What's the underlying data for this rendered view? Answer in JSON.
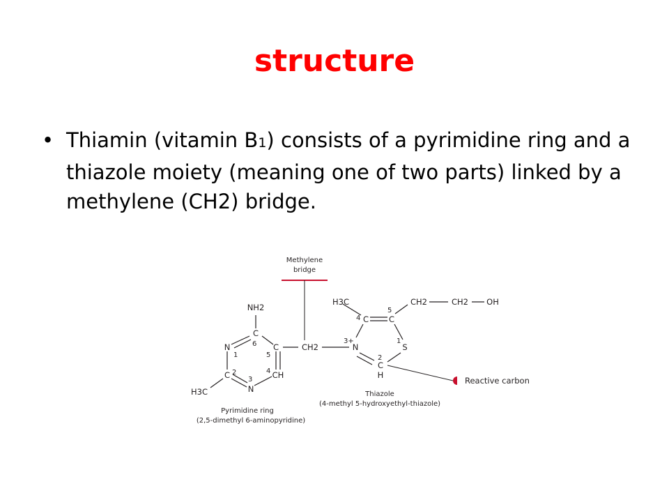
{
  "slide": {
    "title": "structure",
    "title_color": "#ff0000",
    "bullet": {
      "before": "Thiamin (vitamin B",
      "subscript": "1",
      "after": ") consists of a pyrimidine ring and a thiazole moiety (meaning one of two parts) linked by a methylene (CH2) bridge."
    }
  },
  "diagram": {
    "accent_color": "#c8102e",
    "methylene_label_1": "Methylene",
    "methylene_label_2": "bridge",
    "reactive_label": "Reactive carbon",
    "atoms": {
      "nh2": "NH2",
      "c6": "C",
      "c5": "C",
      "n1": "N",
      "c2": "C",
      "n3": "N",
      "c4h": "CH",
      "h3c_left": "H3C",
      "ch2_bridge": "CH2",
      "n3_plus": "N",
      "c2_red": "C",
      "h": "H",
      "s": "S",
      "c4": "C",
      "c5_thiazole": "C",
      "h3c_right": "H3C",
      "ch2_a": "CH2",
      "ch2_b": "CH2",
      "oh": "OH"
    },
    "numbers": {
      "pyr_6": "6",
      "pyr_5": "5",
      "pyr_1": "1",
      "pyr_2": "2",
      "pyr_4": "4",
      "pyr_3": "3",
      "thz_3plus": "3+",
      "thz_2": "2",
      "thz_1": "1",
      "thz_4": "4",
      "thz_5": "5"
    },
    "pyrimidine_caption_1": "Pyrimidine ring",
    "pyrimidine_caption_2": "(2,5-dimethyl 6-aminopyridine)",
    "thiazole_caption_1": "Thiazole",
    "thiazole_caption_2": "(4-methyl 5-hydroxyethyl-thiazole)"
  }
}
